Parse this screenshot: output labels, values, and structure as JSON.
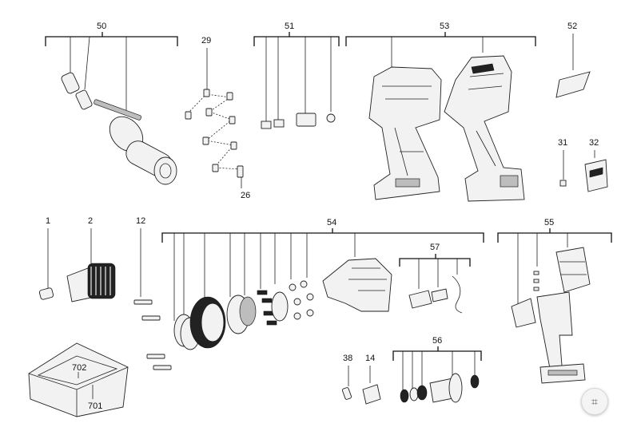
{
  "diagram": {
    "part_numbers": {
      "p50": "50",
      "p51": "51",
      "p53": "53",
      "p52": "52",
      "p29": "29",
      "p26": "26",
      "p31": "31",
      "p32": "32",
      "p1": "1",
      "p2": "2",
      "p12": "12",
      "p54": "54",
      "p55": "55",
      "p57": "57",
      "p56": "56",
      "p38": "38",
      "p14": "14",
      "p702": "702",
      "p701": "701"
    }
  },
  "controls": {
    "fullscreen_icon": "fullscreen-collapse-icon",
    "fullscreen_glyph": "⌗"
  }
}
